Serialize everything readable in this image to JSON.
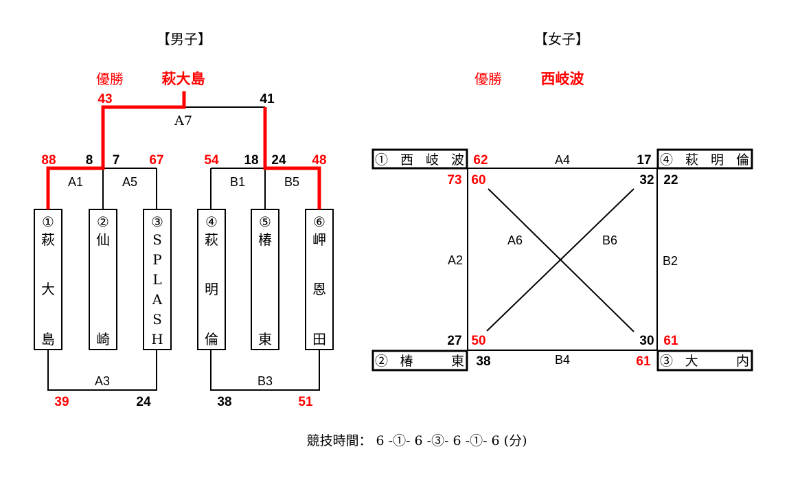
{
  "colors": {
    "winner": "#ff0000",
    "line": "#000000",
    "background": "#ffffff"
  },
  "men": {
    "heading": "【男子】",
    "champion_label": "優勝",
    "champion_name": "萩大島",
    "teams": [
      {
        "label": "①萩大島",
        "chars": [
          "①",
          "萩",
          "大",
          "島"
        ]
      },
      {
        "label": "②仙崎",
        "chars": [
          "②",
          "仙",
          "崎"
        ]
      },
      {
        "label": "③SPLASH",
        "chars": [
          "③",
          "S",
          "P",
          "L",
          "A",
          "S",
          "H"
        ]
      },
      {
        "label": "④萩明倫",
        "chars": [
          "④",
          "萩",
          "明",
          "倫"
        ]
      },
      {
        "label": "⑤椿東",
        "chars": [
          "⑤",
          "椿",
          "東"
        ]
      },
      {
        "label": "⑥岬恩田",
        "chars": [
          "⑥",
          "岬",
          "恩",
          "田"
        ]
      }
    ],
    "games": [
      {
        "id": "A1",
        "home": "①萩大島",
        "away": "②仙崎",
        "home_score": "88",
        "away_score": "8",
        "winner": "home"
      },
      {
        "id": "A5",
        "home": "②仙崎",
        "away": "③SPLASH",
        "home_score": "7",
        "away_score": "67",
        "winner": "away"
      },
      {
        "id": "B1",
        "home": "④萩明倫",
        "away": "⑤椿東",
        "home_score": "54",
        "away_score": "18",
        "winner": "home"
      },
      {
        "id": "B5",
        "home": "⑤椿東",
        "away": "⑥岬恩田",
        "home_score": "24",
        "away_score": "48",
        "winner": "away"
      },
      {
        "id": "A3",
        "home": "①萩大島",
        "away": "③SPLASH",
        "home_score": "39",
        "away_score": "24",
        "winner": "home"
      },
      {
        "id": "B3",
        "home": "④萩明倫",
        "away": "⑥岬恩田",
        "home_score": "38",
        "away_score": "51",
        "winner": "away"
      },
      {
        "id": "A7",
        "home": "①萩大島",
        "away": "⑥岬恩田",
        "home_score": "43",
        "away_score": "41",
        "winner": "home"
      }
    ]
  },
  "women": {
    "heading": "【女子】",
    "champion_label": "優勝",
    "champion_name": "西岐波",
    "teams": [
      {
        "label": "① 西 岐 波"
      },
      {
        "label": "④ 萩 明 倫"
      },
      {
        "label": "② 椿　　東"
      },
      {
        "label": "③ 大　　内"
      }
    ],
    "games": [
      {
        "id": "A4",
        "home": "①西岐波",
        "away": "④萩明倫",
        "home_score": "62",
        "away_score": "17",
        "winner": "home"
      },
      {
        "id": "A2",
        "home": "①西岐波",
        "away": "②椿東",
        "home_score": "73",
        "away_score": "27",
        "winner": "home"
      },
      {
        "id": "A6",
        "home": "①西岐波",
        "away": "③大内",
        "home_score": "60",
        "away_score": "30",
        "winner": "home"
      },
      {
        "id": "B6",
        "home": "④萩明倫",
        "away": "②椿東",
        "home_score": "32",
        "away_score": "50",
        "winner": "away"
      },
      {
        "id": "B2",
        "home": "④萩明倫",
        "away": "③大内",
        "home_score": "22",
        "away_score": "61",
        "winner": "away"
      },
      {
        "id": "B4",
        "home": "②椿東",
        "away": "③大内",
        "home_score": "38",
        "away_score": "61",
        "winner": "away"
      }
    ]
  },
  "footer": {
    "game_time": "競技時間： 6 -①- 6 -③- 6 -①- 6 (分)"
  }
}
